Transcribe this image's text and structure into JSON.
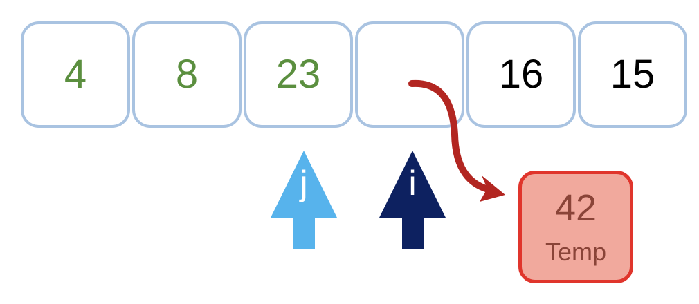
{
  "array": [
    {
      "value": "4",
      "state": "sorted"
    },
    {
      "value": "8",
      "state": "sorted"
    },
    {
      "value": "23",
      "state": "sorted"
    },
    {
      "value": "",
      "state": "empty"
    },
    {
      "value": "16",
      "state": "unsorted"
    },
    {
      "value": "15",
      "state": "unsorted"
    }
  ],
  "pointers": {
    "j": {
      "label": "j",
      "color": "#57b3ec"
    },
    "i": {
      "label": "i",
      "color": "#0d2160"
    }
  },
  "temp": {
    "value": "42",
    "label": "Temp"
  },
  "colors": {
    "cell_border": "#a9c3e1",
    "sorted_text": "#5b8f3f",
    "unsorted_text": "#000000",
    "move_arrow": "#b22621",
    "temp_border": "#e0352c",
    "temp_fill": "#f1a99d",
    "temp_text": "#8a4438"
  }
}
